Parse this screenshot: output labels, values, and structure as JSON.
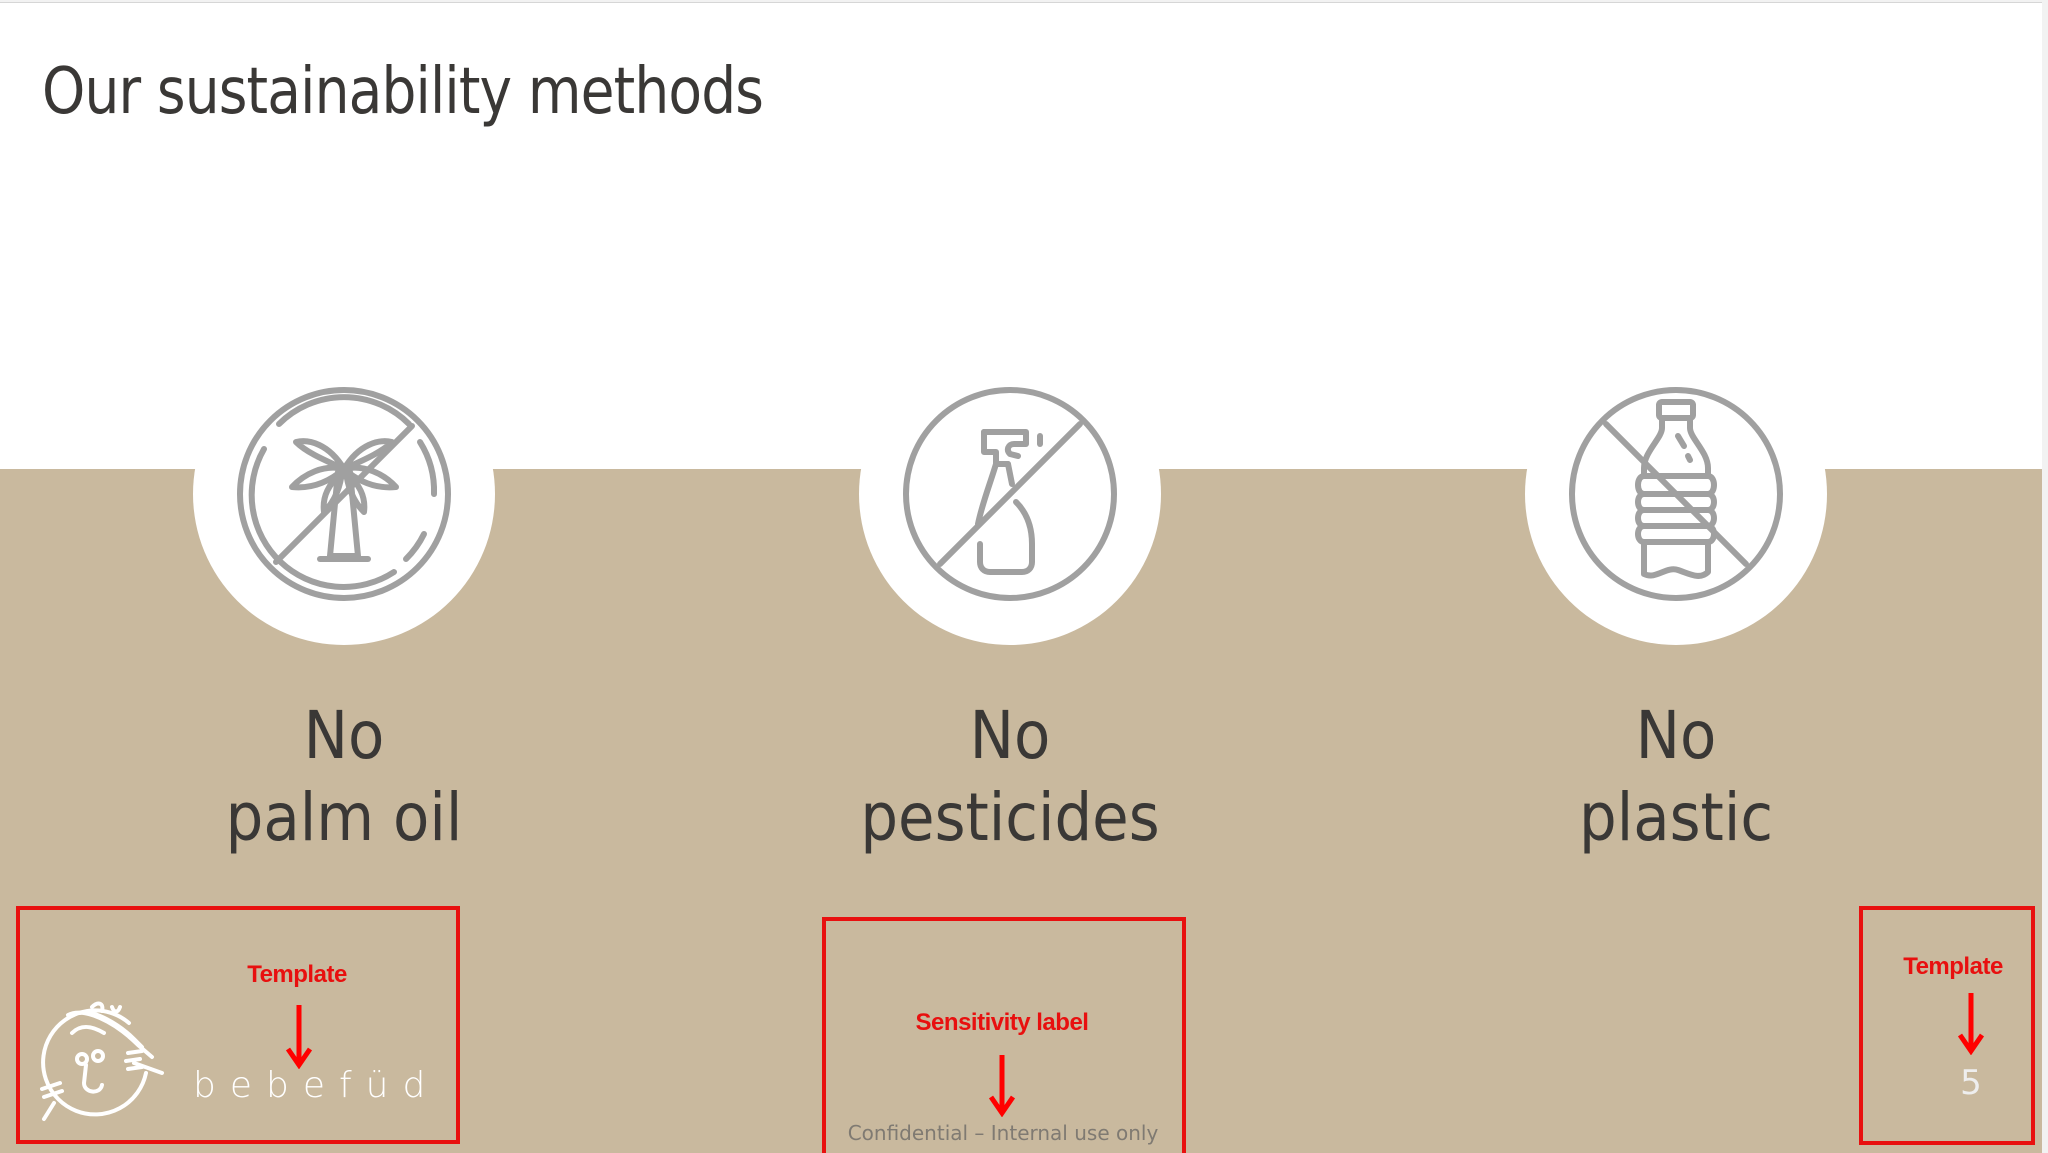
{
  "slide": {
    "title": "Our sustainability methods",
    "colors": {
      "band": "#c9b99e",
      "title_text": "#3a3836",
      "icon_stroke": "#a0a0a0",
      "annotation_red": "#e8100f",
      "sensitivity_text": "#7f7a72",
      "page_number": "#eeeeee"
    },
    "pillars": [
      {
        "icon": "no-palm-tree-icon",
        "line1": "No",
        "line2": "palm oil"
      },
      {
        "icon": "no-spray-bottle-icon",
        "line1": "No",
        "line2": "pesticides"
      },
      {
        "icon": "no-plastic-bottle-icon",
        "line1": "No",
        "line2": "plastic"
      }
    ],
    "footer": {
      "brand_name": "bebefüd",
      "sensitivity_label": "Confidential – Internal use only",
      "page_number": "5"
    }
  },
  "annotations": [
    {
      "label": "Template",
      "target": "logo"
    },
    {
      "label": "Sensitivity label",
      "target": "sensitivity_label"
    },
    {
      "label": "Template",
      "target": "page_number"
    }
  ]
}
